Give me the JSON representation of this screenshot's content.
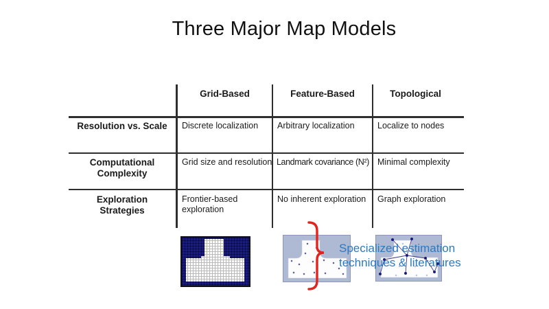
{
  "slide": {
    "title": "Three Major Map Models"
  },
  "table": {
    "column_headers": [
      "Grid-Based",
      "Feature-Based",
      "Topological"
    ],
    "rows": [
      {
        "header_lines": [
          "Resolution vs. Scale"
        ],
        "cells": [
          "Discrete localization",
          "Arbitrary localization",
          "Localize to nodes"
        ]
      },
      {
        "header_lines": [
          "Computational",
          "Complexity"
        ],
        "cells": [
          "Grid size and resolution",
          "Landmark covariance (N²)",
          "Minimal complexity"
        ]
      },
      {
        "header_lines": [
          "Exploration",
          "Strategies"
        ],
        "cells": [
          "Frontier-based exploration",
          "No inherent exploration",
          "Graph exploration"
        ]
      }
    ]
  },
  "annotation": {
    "line1": "Specialized estimation",
    "line2": "techniques & literatures",
    "color": "#2b7ac1"
  },
  "figures": {
    "colors": {
      "grid_map_navy": "#1b1b87",
      "map_background_blue": "#aeb9d4",
      "map_shape_white": "#fdfdfd",
      "node_navy": "#1b1b7e",
      "brace_red": "#e02420"
    }
  }
}
